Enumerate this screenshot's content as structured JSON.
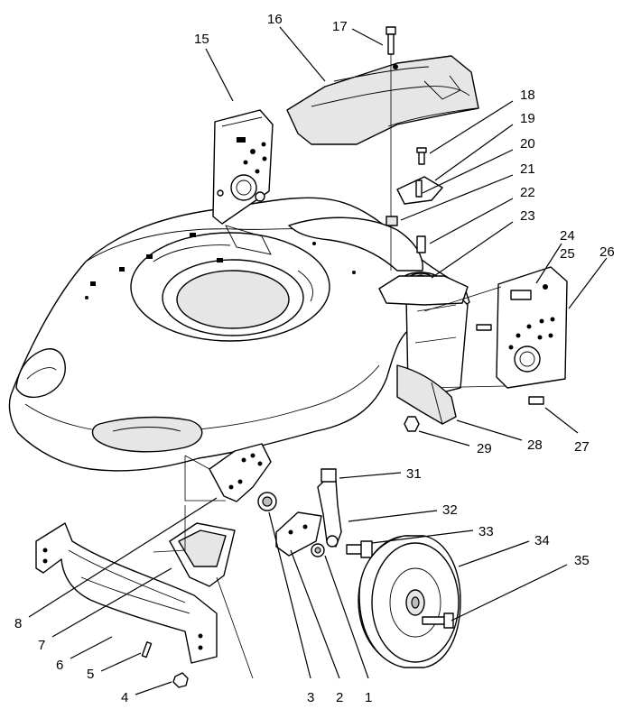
{
  "diagram": {
    "background": "#ffffff",
    "line_color": "#000000",
    "callouts": [
      "1",
      "2",
      "3",
      "4",
      "5",
      "6",
      "7",
      "8",
      "15",
      "16",
      "17",
      "18",
      "19",
      "20",
      "21",
      "22",
      "23",
      "24",
      "25",
      "26",
      "27",
      "28",
      "29",
      "31",
      "32",
      "33",
      "34",
      "35"
    ]
  }
}
